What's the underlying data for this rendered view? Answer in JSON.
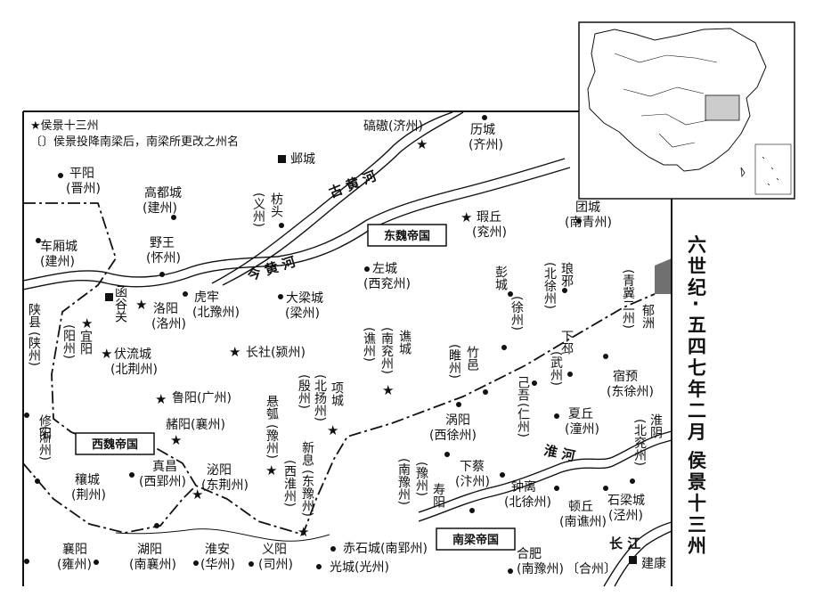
{
  "title": "六世纪·五四七年二月  侯景十三州",
  "legend": {
    "star": "★侯景十三州",
    "bracket": "〔〕侯景投降南梁后，南梁所更改之州名"
  },
  "empires": {
    "east_wei": "东魏帝国",
    "west_wei": "西魏帝国",
    "south_liang": "南梁帝国"
  },
  "rivers": {
    "old_yellow": "古 黄 河",
    "new_yellow": "今 黄 河",
    "huai": "淮   河",
    "jiang": "长 江"
  },
  "places": {
    "qiaoao": "碻磝(济州)",
    "yecheng": "邺城",
    "licheng": "历城",
    "licheng_sub": "(齐州)",
    "pingyang": "平阳",
    "pingyang_sub": "(晋州)",
    "gaoducheng": "高都城",
    "gaoducheng_sub": "(建州)",
    "fangtou": "枋头",
    "fangtou_sub": "(义州)",
    "xiaqiu": "瑕丘",
    "xiaqiu_sub": "(兖州)",
    "tuancheng": "团城",
    "tuancheng_sub": "(南青州)",
    "chexiangcheng": "车厢城",
    "chexiangcheng_sub": "(建州)",
    "yewang": "野王",
    "yewang_sub": "(怀州)",
    "zuocheng": "左城",
    "zuocheng_sub": "(西兖州)",
    "pengcheng": "彭城",
    "pengcheng_sub": "(徐州)",
    "langye": "琅邪",
    "langye_sub": "(北徐州)",
    "qingji": "(青冀二州)",
    "yuzhou": "郁洲",
    "hanguguan": "函谷关",
    "luoyang": "洛阳",
    "luoyang_sub": "(洛州)",
    "hulao": "虎牢",
    "hulao_sub": "(北豫州)",
    "daliang": "大梁城",
    "daliang_sub": "(梁州)",
    "shanxian": "陕县",
    "shanxian_sub": "(陕州)",
    "yiyang": "宜阳",
    "yiyang_sub": "(阳州)",
    "fuliucheng": "伏流城",
    "fuliucheng_sub": "(北荆州)",
    "changshe": "长社(颍州)",
    "qiaocheng": "谯城",
    "qiaocheng_sub": "(南兖州)",
    "qiaocheng_sub2": "(谯州)",
    "zhuyi": "竹邑",
    "zhuyi_sub": "(睢州)",
    "xiapi": "下邳",
    "xiapi_sub": "(武州)",
    "suyu": "宿预",
    "suyu_sub": "(东徐州)",
    "luyang": "鲁阳(广州)",
    "xiangcheng": "项城",
    "xiangcheng_sub": "(北扬州)",
    "xiangcheng_sub2": "(殷州)",
    "xuanhu": "悬瓠",
    "xuanhu_sub": "(豫州)",
    "jiwu": "己吾",
    "jiwu_sub": "(仁州)",
    "xiaqiu2": "夏丘",
    "xiaqiu2_sub": "(潼州)",
    "huaiyin": "淮阴",
    "huaiyin_sub": "(北兖州)",
    "xiuyang": "修阳",
    "xiuyang_sub": "(淅州)",
    "zheyang": "赭阳(襄州)",
    "woyang": "涡阳",
    "woyang_sub": "(西徐州)",
    "xinxi": "新息",
    "xinxi_sub": "(东豫州)",
    "xinxi_sub2": "(西淮州)",
    "rangcheng": "穰城",
    "rangcheng_sub": "(荆州)",
    "zhenchang": "真昌",
    "zhenchang_sub": "(西郢州)",
    "biyang": "泌阳",
    "biyang_sub": "(东荆州)",
    "xiacai": "下蔡",
    "xiacai_sub": "(汴州)",
    "shouyang": "寿阳",
    "shouyang_sub": "(南豫州)",
    "shouyang_sub2": "(豫州)",
    "zhongli": "钟离",
    "zhongli_sub": "(北徐州)",
    "dunqiu": "顿丘",
    "dunqiu_sub": "(南谯州)",
    "shiliangcheng": "石梁城",
    "shiliangcheng_sub": "(泾州)",
    "xiangyang": "襄阳",
    "xiangyang_sub": "(雍州)",
    "huyang": "湖阳",
    "huyang_sub": "(南襄州)",
    "huaian": "淮安",
    "huaian_sub": "(华州)",
    "yiyang2": "义阳",
    "yiyang2_sub": "(司州)",
    "chishicheng": "赤石城(南郢州)",
    "guangcheng": "光城(光州)",
    "hefei": "合肥",
    "hefei_sub": "(南豫州)",
    "hezhou": "〔合州〕",
    "jiankang": "建康"
  },
  "colors": {
    "ink": "#111111",
    "paper": "#ffffff",
    "highlight": "#cccccc"
  }
}
